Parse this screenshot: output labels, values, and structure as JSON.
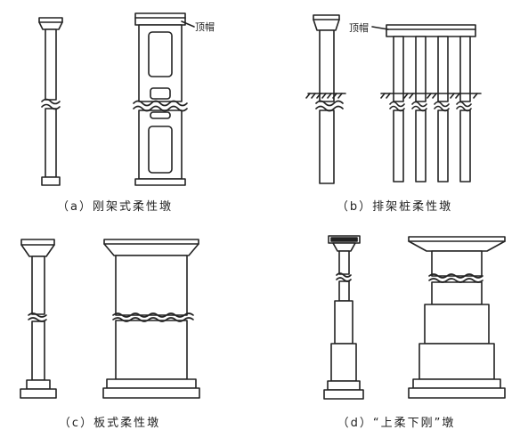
{
  "panels": [
    {
      "id": "a",
      "caption": "（a）刚架式柔性墩",
      "callout": "顶帽"
    },
    {
      "id": "b",
      "caption": "（b）排架桩柔性墩",
      "callout": "顶帽"
    },
    {
      "id": "c",
      "caption": "（c）板式柔性墩"
    },
    {
      "id": "d",
      "caption": "（d）“上柔下刚”墩"
    }
  ],
  "colors": {
    "ink": "#222222",
    "paper": "#ffffff"
  }
}
